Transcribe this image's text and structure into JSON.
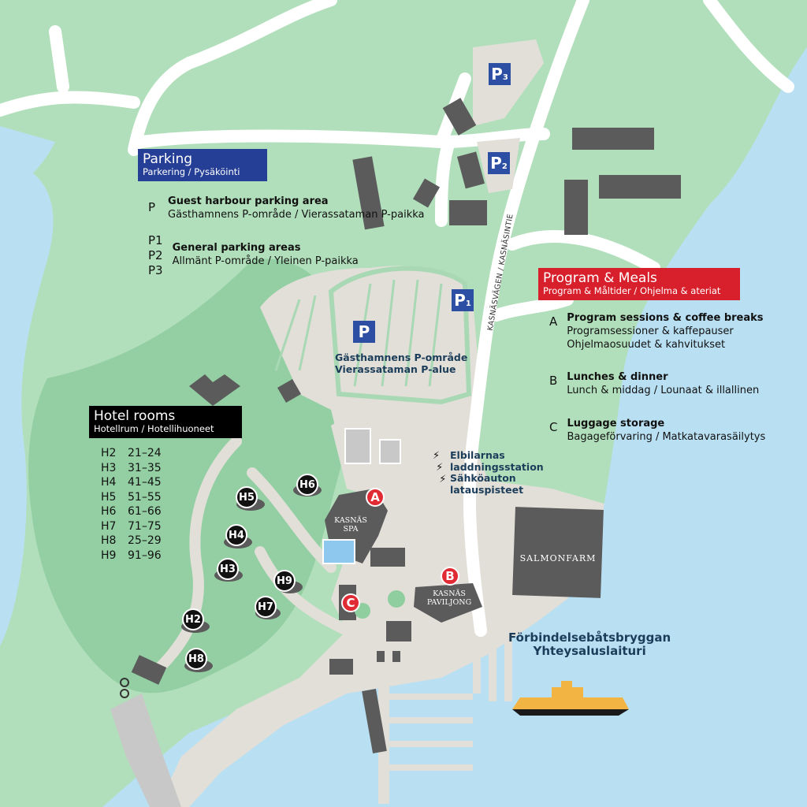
{
  "parking_legend": {
    "title": "Parking",
    "subtitle": "Parkering / Pysäkö­inti",
    "items": [
      {
        "code": "P",
        "name": "Guest harbour parking area",
        "translation": "Gästhamnens P-område / Vierassataman P-paikka"
      },
      {
        "code": "P1\nP2\nP3",
        "name": "General parking areas",
        "translation": "Allmänt P-område / Yleinen P-paikka"
      }
    ],
    "color": "#253f96"
  },
  "program_legend": {
    "title": "Program & Meals",
    "subtitle": "Program & Måltider / Ohjelma & ateriat",
    "items": [
      {
        "code": "A",
        "name": "Program sessions & coffee breaks",
        "translation": "Programsessioner & kaffepauser",
        "translation2": "Ohjelmaosuudet & kahvitukset"
      },
      {
        "code": "B",
        "name": "Lunches & dinner",
        "translation": "Lunch & middag / Lounaat & illallinen"
      },
      {
        "code": "C",
        "name": "Luggage storage",
        "translation": "Bagageförvaring / Matkatavarasäilytys"
      }
    ],
    "color": "#d8202c"
  },
  "hotel_legend": {
    "title": "Hotel rooms",
    "subtitle": "Hotellrum / Hotellihuoneet",
    "rows": [
      {
        "code": "H2",
        "rooms": "21–24"
      },
      {
        "code": "H3",
        "rooms": "31–35"
      },
      {
        "code": "H4",
        "rooms": "41–45"
      },
      {
        "code": "H5",
        "rooms": "51–55"
      },
      {
        "code": "H6",
        "rooms": "61–66"
      },
      {
        "code": "H7",
        "rooms": "71–75"
      },
      {
        "code": "H8",
        "rooms": "25–29"
      },
      {
        "code": "H9",
        "rooms": "91–96"
      }
    ],
    "color": "#000000"
  },
  "map": {
    "parking_signs": {
      "p": "P",
      "p1": "P",
      "p1_sub": "1",
      "p2": "P",
      "p2_sub": "2",
      "p3": "P",
      "p3_sub": "3"
    },
    "guest_parking_label": [
      "Gästhamnens P-område",
      "Vierassataman P-alue"
    ],
    "ev_label": [
      "Elbilarnas",
      "laddningsstation",
      "Sähköauton",
      "latauspisteet"
    ],
    "road_label": "KASNÄSVÄGEN / KASNÄSINTIE",
    "spa_label": [
      "KASNÄS",
      "SPA"
    ],
    "pavilion_label": [
      "KASNÄS",
      "PAVILJONG"
    ],
    "salmonfarm_label": "SALMONFARM",
    "ferry_pier_label": [
      "Förbindelsebåtsbryggan",
      "Yhteysaluslaituri"
    ],
    "markers": {
      "a": "A",
      "b": "B",
      "c": "C"
    },
    "hotel_markers": {
      "h2": "H2",
      "h3": "H3",
      "h4": "H4",
      "h5": "H5",
      "h6": "H6",
      "h7": "H7",
      "h8": "H8",
      "h9": "H9"
    }
  }
}
